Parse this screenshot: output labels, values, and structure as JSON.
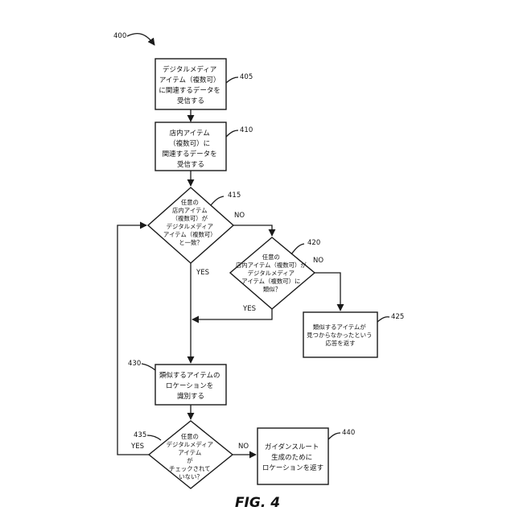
{
  "figure": {
    "label": "FIG. 4",
    "ref": "400"
  },
  "nodes": {
    "n405": {
      "ref": "405",
      "lines": [
        "デジタルメディア",
        "アイテム（複数可）",
        "に関連するデータを",
        "受信する"
      ]
    },
    "n410": {
      "ref": "410",
      "lines": [
        "店内アイテム",
        "（複数可）に",
        "関連するデータを",
        "受信する"
      ]
    },
    "n415": {
      "ref": "415",
      "lines": [
        "任意の",
        "店内アイテム",
        "（複数可）が",
        "デジタルメディア",
        "アイテム（複数可）",
        "と一致？"
      ]
    },
    "n420": {
      "ref": "420",
      "lines": [
        "任意の",
        "店内アイテム（複数可）が",
        "デジタルメディア",
        "アイテム（複数可）に",
        "類似？"
      ]
    },
    "n425": {
      "ref": "425",
      "lines": [
        "類似するアイテムが",
        "見つからなかったという",
        "応答を返す"
      ]
    },
    "n430": {
      "ref": "430",
      "lines": [
        "類似するアイテムの",
        "ロケーションを",
        "識別する"
      ]
    },
    "n435": {
      "ref": "435",
      "lines": [
        "任意の",
        "デジタルメディア",
        "アイテム",
        "が",
        "チェックされて",
        "いない？"
      ]
    },
    "n440": {
      "ref": "440",
      "lines": [
        "ガイダンスルート",
        "生成のために",
        "ロケーションを返す"
      ]
    }
  },
  "edges": {
    "e415_no": "NO",
    "e415_yes": "YES",
    "e420_no": "NO",
    "e420_yes": "YES",
    "e435_yes": "YES",
    "e435_no": "NO"
  }
}
